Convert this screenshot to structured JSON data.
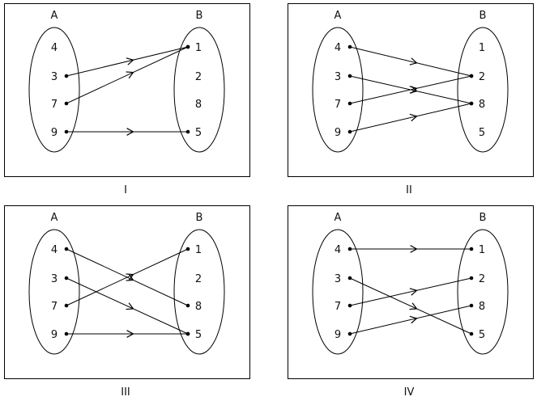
{
  "set_a": {
    "label": "A",
    "elements": [
      "4",
      "3",
      "7",
      "9"
    ]
  },
  "set_b": {
    "label": "B",
    "elements": [
      "1",
      "2",
      "8",
      "5"
    ]
  },
  "panels": [
    {
      "caption": "I",
      "mappings": [
        [
          "3",
          "1"
        ],
        [
          "7",
          "1"
        ],
        [
          "9",
          "5"
        ]
      ]
    },
    {
      "caption": "II",
      "mappings": [
        [
          "4",
          "2"
        ],
        [
          "3",
          "8"
        ],
        [
          "7",
          "2"
        ],
        [
          "9",
          "8"
        ]
      ]
    },
    {
      "caption": "III",
      "mappings": [
        [
          "4",
          "8"
        ],
        [
          "3",
          "5"
        ],
        [
          "7",
          "1"
        ],
        [
          "9",
          "5"
        ]
      ]
    },
    {
      "caption": "IV",
      "mappings": [
        [
          "4",
          "1"
        ],
        [
          "3",
          "5"
        ],
        [
          "7",
          "2"
        ],
        [
          "9",
          "8"
        ]
      ]
    }
  ]
}
